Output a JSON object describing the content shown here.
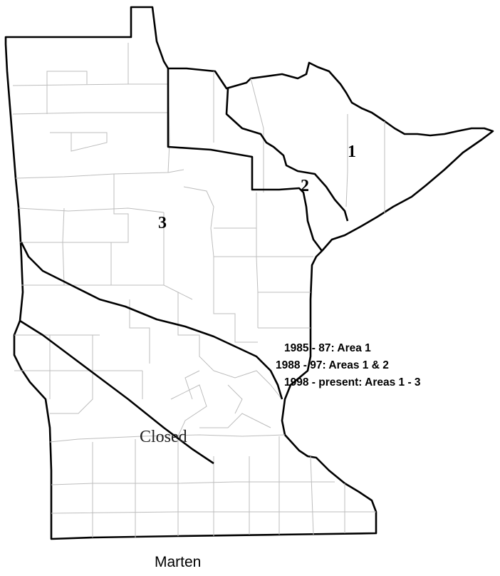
{
  "map": {
    "area_labels": {
      "area1": "1",
      "area2": "2",
      "area3": "3"
    },
    "closed_label": "Closed",
    "legend": [
      "1985 - 87: Area 1",
      "1988 - 97: Areas 1 & 2",
      "1998 - present: Areas 1 - 3"
    ],
    "caption": "Marten"
  }
}
